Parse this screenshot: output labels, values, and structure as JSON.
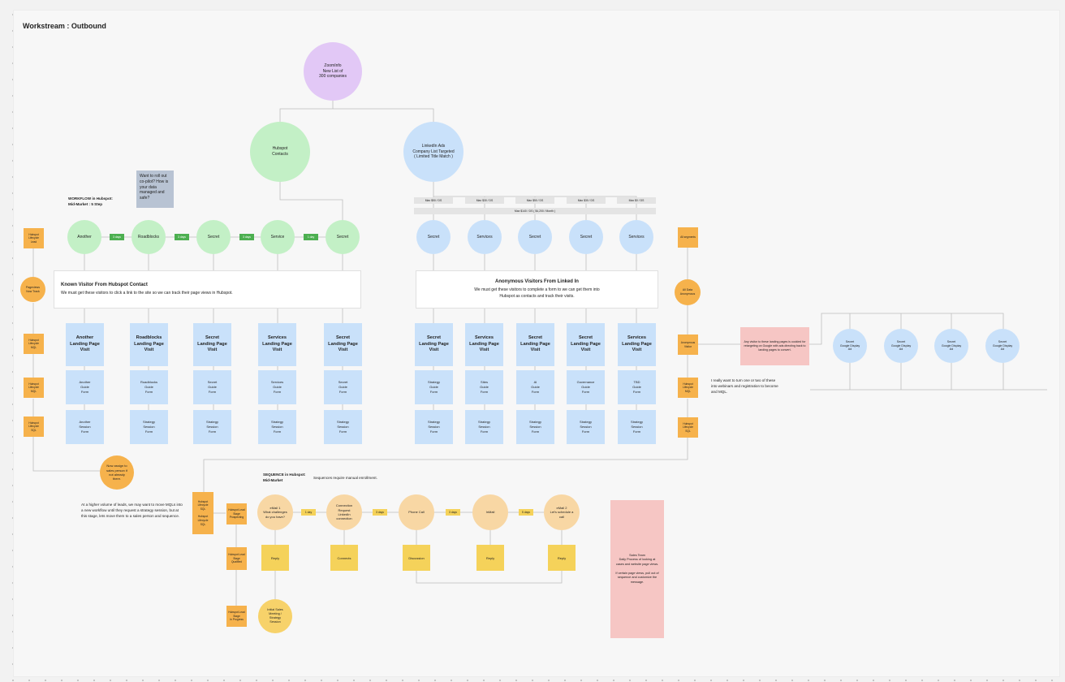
{
  "title": "Workstream : Outbound",
  "colors": {
    "purple": "#e2c8f6",
    "green": "#c3f0c6",
    "blue": "#c9e1fa",
    "orange": "#f6b24c",
    "peach": "#f8d7a4",
    "yellow": "#f5d25a",
    "pink": "#f6c6c4",
    "slate": "#b8c3d3"
  },
  "zoominfo": "ZoomInfo\nNew List of\n300 companies",
  "hubspot": "Hubspot\nContacts",
  "linkedin": "LinkedIn Ads\nCompany List Targeted\n( Limited Title Match )",
  "copilot_note": "Want to roll out co-pilot? How is your data managed and safe?",
  "workflow_title": "WORKFLOW in Hubspot:\nMid-Market : 5 Step",
  "workflow_circles": [
    "Another",
    "Roadblocks",
    "Secret",
    "Service",
    "Secret"
  ],
  "workflow_delays": [
    "3 days",
    "3 days",
    "3 days",
    "1 day"
  ],
  "budget_tags": [
    "Max $50 / DS",
    "Max $30 / DS",
    "Max $50 / DS",
    "Max $30 / DS",
    "Max $0 / DS"
  ],
  "budget_total": "Max $140 / DS  ( $4,200 / Month )",
  "linkedin_circles": [
    "Secret",
    "Services",
    "Secret",
    "Secret",
    "Services"
  ],
  "known_title": "Known Visitor From Hubspot Contact",
  "known_body": "We must get these visitors to click a link to the site so we can track their page views in Hubspot.",
  "anon_title": "Anonymous Visitors From Linked In",
  "anon_body": "We must get these visitors to complete a form to we can get them into Hubspot as contacts and track their visits.",
  "left_landing": [
    "Another\nLanding Page\nVisit",
    "Roadblocks\nLanding Page\nVisit",
    "Secret\nLanding Page\nVisit",
    "Services\nLanding Page\nVisit",
    "Secret\nLanding Page\nVisit"
  ],
  "left_guides": [
    "Another\nGuide\nForm",
    "Roadblocks\nGuide\nForm",
    "Secret\nGuide\nForm",
    "Services\nGuide\nForm",
    "Secret\nGuide\nForm"
  ],
  "left_sessions": [
    "Another\nSession\nForm",
    "Strategy\nSession\nForm",
    "Strategy\nSession\nForm",
    "Strategy\nSession\nForm",
    "Strategy\nSession\nForm"
  ],
  "right_landing": [
    "Secret\nLanding Page\nVisit",
    "Services\nLanding Page\nVisit",
    "Secret\nLanding Page\nVisit",
    "Secret\nLanding Page\nVisit",
    "Services\nLanding Page\nVisit"
  ],
  "right_guides": [
    "Strategy\nGuide\nForm",
    "Sites\nGuide\nForm",
    "AI\nGuide\nForm",
    "Governance\nGuide\nForm",
    "TBD\nGuide\nForm"
  ],
  "right_sessions": [
    "Strategy\nSession\nForm",
    "Strategy\nSession\nForm",
    "Strategy\nSession\nForm",
    "Strategy\nSession\nForm",
    "Strategy\nSession\nForm"
  ],
  "left_col": [
    "Hubspot\nLifecycle\nLead",
    "Pageviews\nNow Track",
    "Hubspot\nLifecycle\nMQL",
    "Hubspot\nLifecycle\nMQL",
    "Hubspot\nLifecycle\nSQL"
  ],
  "right_col": [
    "All segments",
    "All Data\nAnonymous",
    "Anonymous\nVisitor",
    "Hubspot\nLifecycle\nMQL",
    "Hubspot\nLifecycle\nSQL"
  ],
  "retarget_note": "Any visitor to these landing pages is cookied for retargeting on Google with ads directing back to landing pages to convert.",
  "google_circles": [
    "Secret\nGoogle Display\nAd",
    "Secret\nGoogle Display\nAd",
    "Secret\nGoogle Display\nAd",
    "Secret\nGoogle Display\nAd"
  ],
  "webinar_note": "I really want to turn one or two of these into webinars and registration to become and MQL.",
  "assign_circle": "Now assign to\nsales person if\nnot already\nthere.",
  "mql_note": "At a higher volume of leads, we may want to move MQLs into a new workflow until they request a strategy session, but at this stage, lets move them to a sales person and sequence.",
  "sequence_title": "SEQUENCE in Hubspot:\nMid-Market",
  "sequence_note": "Sequences require manual enrollment.",
  "lifecycle_pair": "Hubspot\nLifecycle\nSQL\n\nHubspot\nLifecycle\nSQL",
  "lead_stages": [
    "Hubspot Lead\nStage\nProspecting",
    "Hubspot Lead\nStage\nQualified",
    "Hubspot Lead\nStage\nIn Progress"
  ],
  "seq_circles": [
    "eMail 1\nWhat challenges\ndo you have?",
    "Connection\nRequest\nLinkedIn\nconnection",
    "Phone Call",
    "InMail",
    "eMail 2\nLet's schedule a\ncall"
  ],
  "seq_delays": [
    "1 day",
    "3 days",
    "3 days",
    "5 days"
  ],
  "seq_results": [
    "Reply",
    "Connects",
    "Discussion",
    "Reply",
    "Reply"
  ],
  "meeting_circle": "Initial Sales\nMeeting /\nStrategy\nSession",
  "sales_note": "Sales Team\nDaily Process of looking at cases and website page views.\n\nIf certain page views, pull out of sequence and customize the message."
}
